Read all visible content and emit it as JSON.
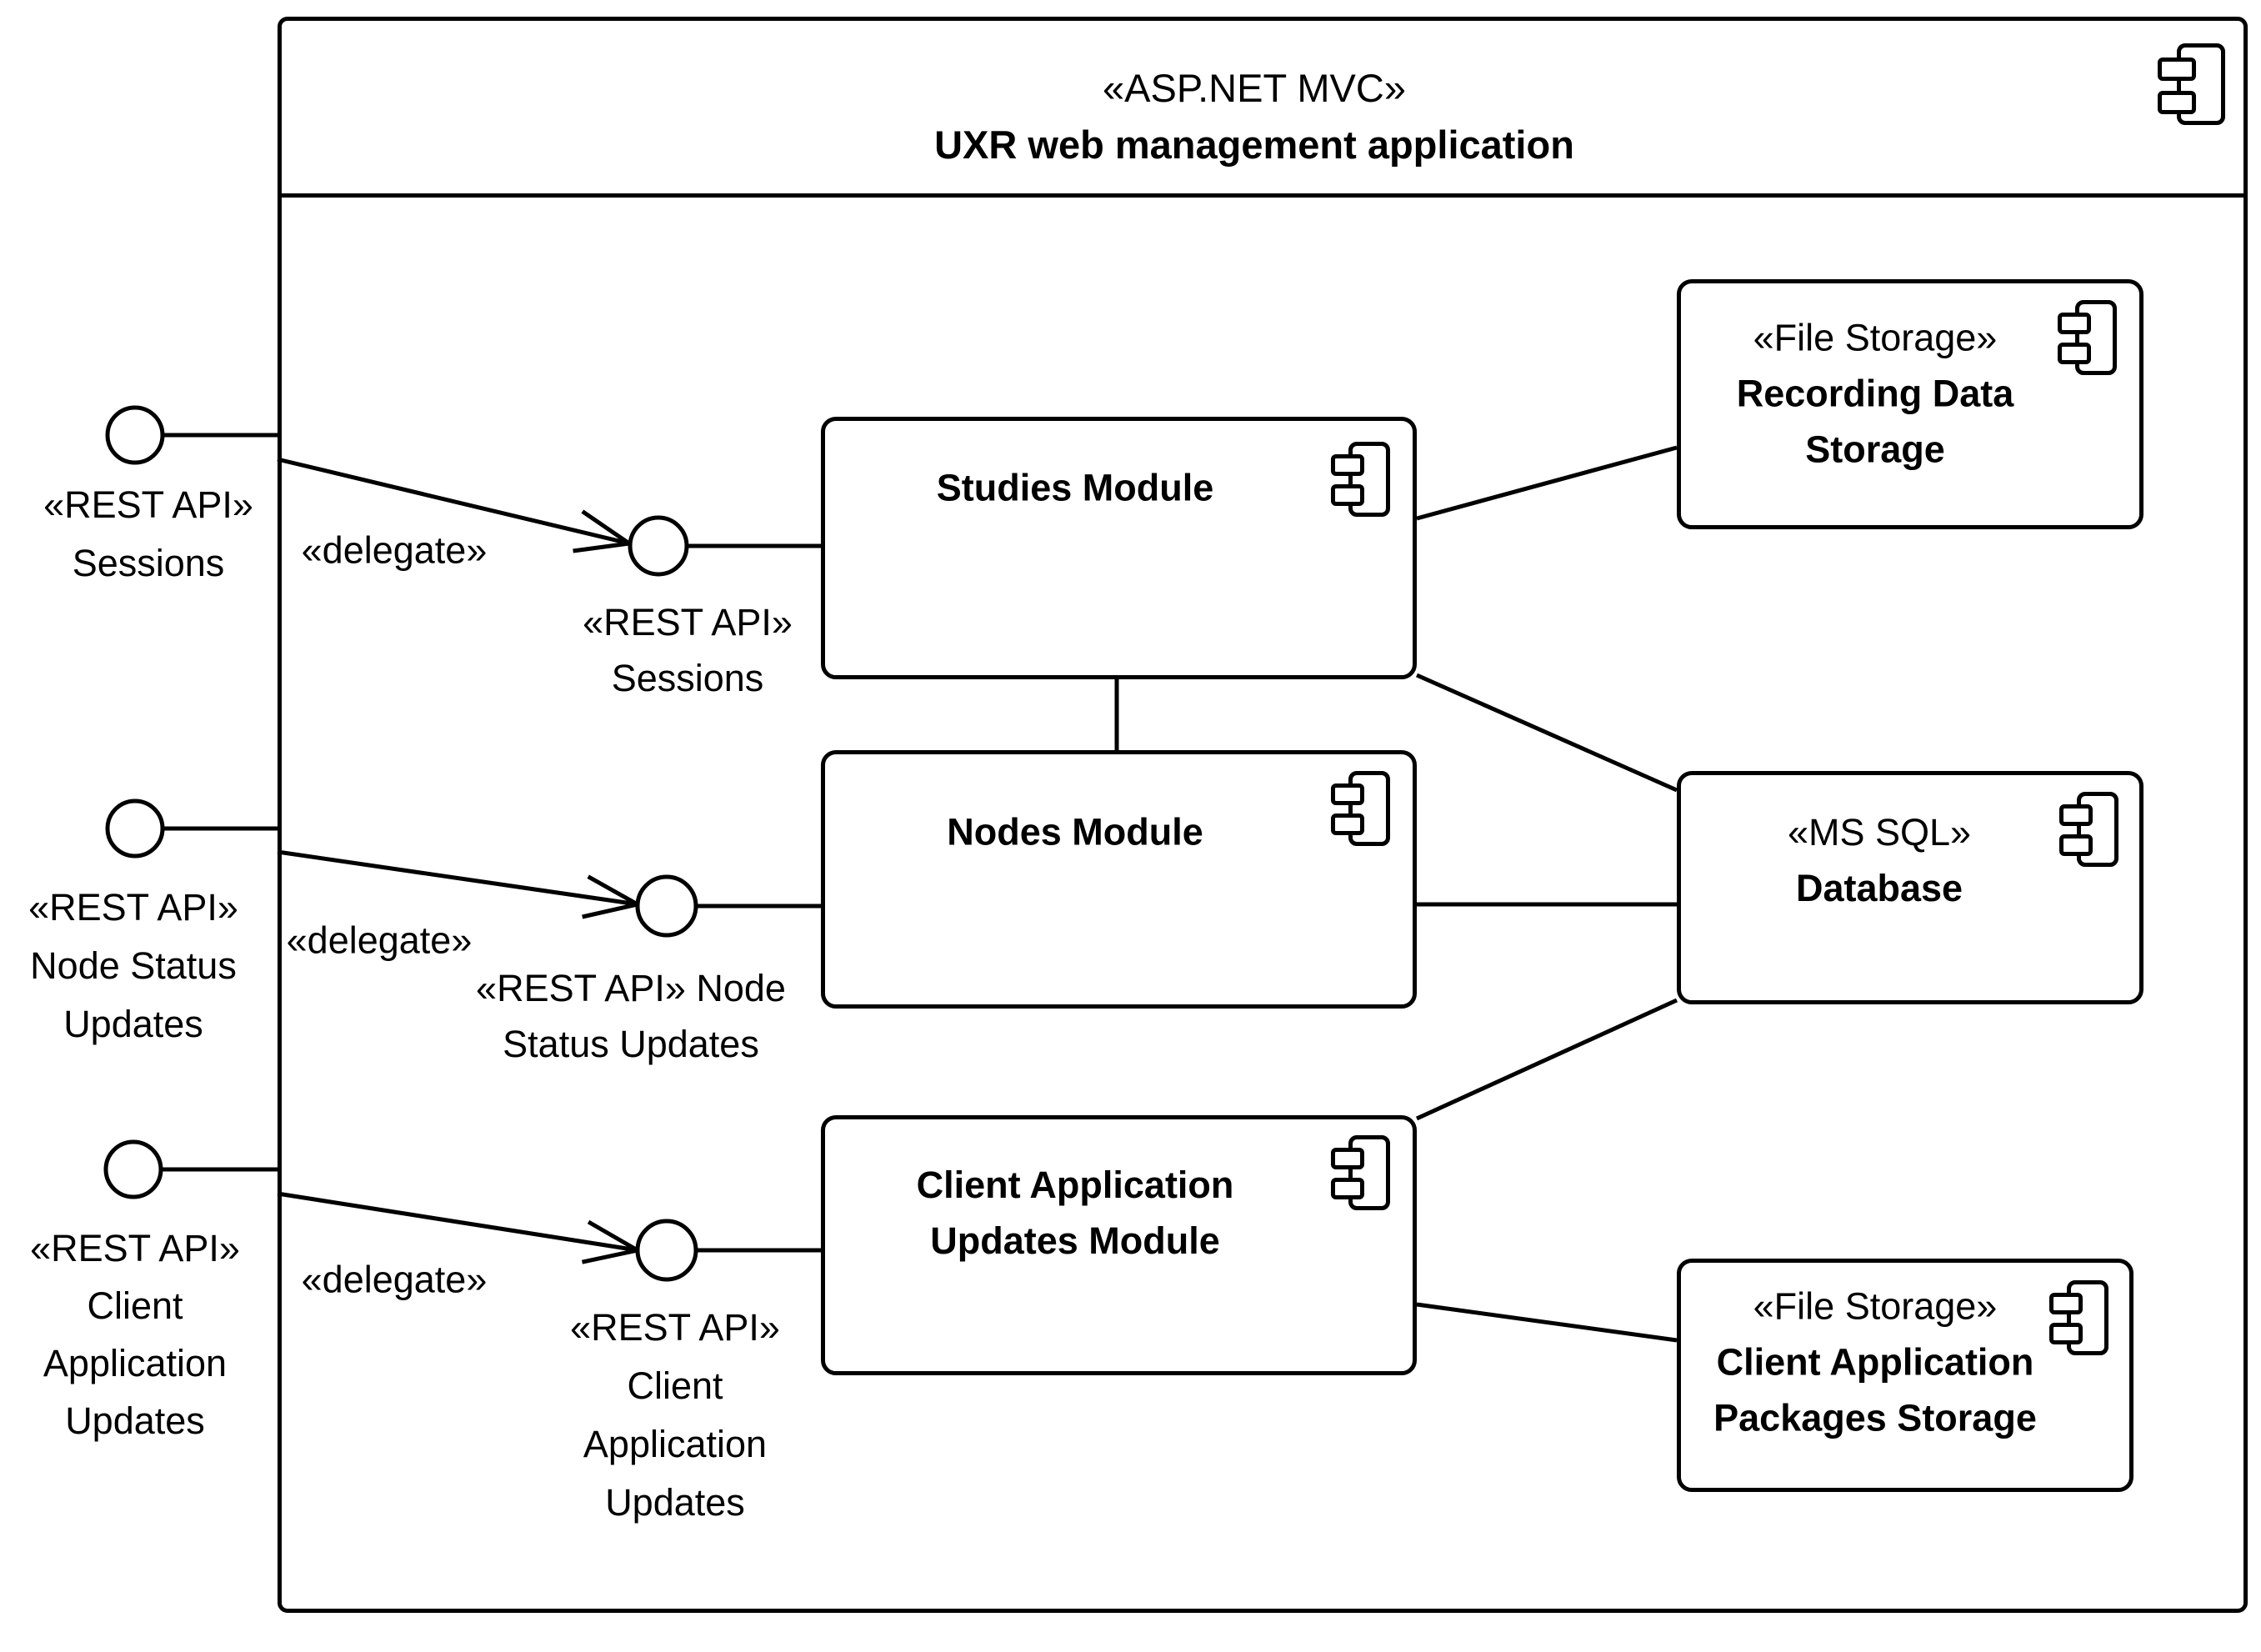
{
  "diagram": {
    "stereotype": "«ASP.NET MVC»",
    "title": "UXR web management application"
  },
  "modules": {
    "studies": {
      "lines": [
        "Studies Module"
      ]
    },
    "nodes": {
      "lines": [
        "Nodes Module"
      ]
    },
    "client_updates": {
      "lines": [
        "Client Application",
        "Updates Module"
      ]
    }
  },
  "stores": {
    "recording": {
      "stereotype": "«File Storage»",
      "lines": [
        "Recording Data",
        "Storage"
      ]
    },
    "database": {
      "stereotype": "«MS SQL»",
      "lines": [
        "Database"
      ]
    },
    "packages": {
      "stereotype": "«File Storage»",
      "lines": [
        "Client Application",
        "Packages Storage"
      ]
    }
  },
  "boundary_interfaces": [
    {
      "lines": [
        "«REST API»",
        "Sessions"
      ]
    },
    {
      "lines": [
        "«REST API»",
        "Node Status",
        "Updates"
      ]
    },
    {
      "lines": [
        "«REST API»",
        "Client",
        "Application",
        "Updates"
      ]
    }
  ],
  "internal_interfaces": [
    {
      "lines": [
        "«REST API»",
        "Sessions"
      ]
    },
    {
      "lines": [
        "«REST API» Node",
        "Status Updates"
      ]
    },
    {
      "lines": [
        "«REST API»",
        "Client",
        "Application",
        "Updates"
      ]
    }
  ],
  "connectors": {
    "delegate_label": "«delegate»"
  },
  "colors": {
    "stroke": "#000000",
    "background": "#ffffff",
    "text": "#000000"
  }
}
